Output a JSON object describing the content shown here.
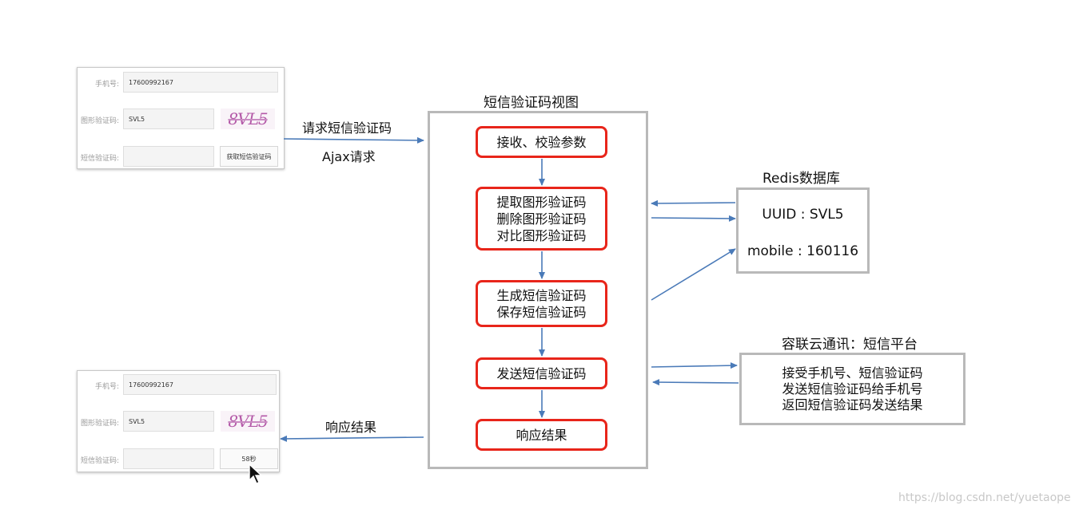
{
  "form_top": {
    "phone_label": "手机号:",
    "phone_value": "17600992167",
    "captcha_label": "图形验证码:",
    "captcha_value": "SVL5",
    "captcha_image_text": "8VL5",
    "sms_label": "短信验证码:",
    "sms_value": "",
    "sms_button": "获取短信验证码"
  },
  "form_bottom": {
    "phone_label": "手机号:",
    "phone_value": "17600992167",
    "captcha_label": "图形验证码:",
    "captcha_value": "SVL5",
    "captcha_image_text": "8VL5",
    "sms_label": "短信验证码:",
    "sms_value": "",
    "sms_button": "58秒"
  },
  "request_label_1": "请求短信验证码",
  "request_label_2": "Ajax请求",
  "response_label": "响应结果",
  "view": {
    "title": "短信验证码视图",
    "steps": [
      {
        "lines": [
          "接收、校验参数"
        ]
      },
      {
        "lines": [
          "提取图形验证码",
          "删除图形验证码",
          "对比图形验证码"
        ]
      },
      {
        "lines": [
          "生成短信验证码",
          "保存短信验证码"
        ]
      },
      {
        "lines": [
          "发送短信验证码"
        ]
      },
      {
        "lines": [
          "响应结果"
        ]
      }
    ]
  },
  "redis": {
    "title": "Redis数据库",
    "line1": "UUID : SVL5",
    "line2": "mobile : 160116"
  },
  "sms_platform": {
    "title": "容联云通讯：短信平台",
    "lines": [
      "接受手机号、短信验证码",
      "发送短信验证码给手机号",
      "返回短信验证码发送结果"
    ]
  },
  "watermark": "https://blog.csdn.net/yuetaope",
  "colors": {
    "arrow": "#4a7ab8",
    "step_border": "#e8251a",
    "box_border": "#b9b9b9",
    "captcha": "#b45aa8"
  }
}
